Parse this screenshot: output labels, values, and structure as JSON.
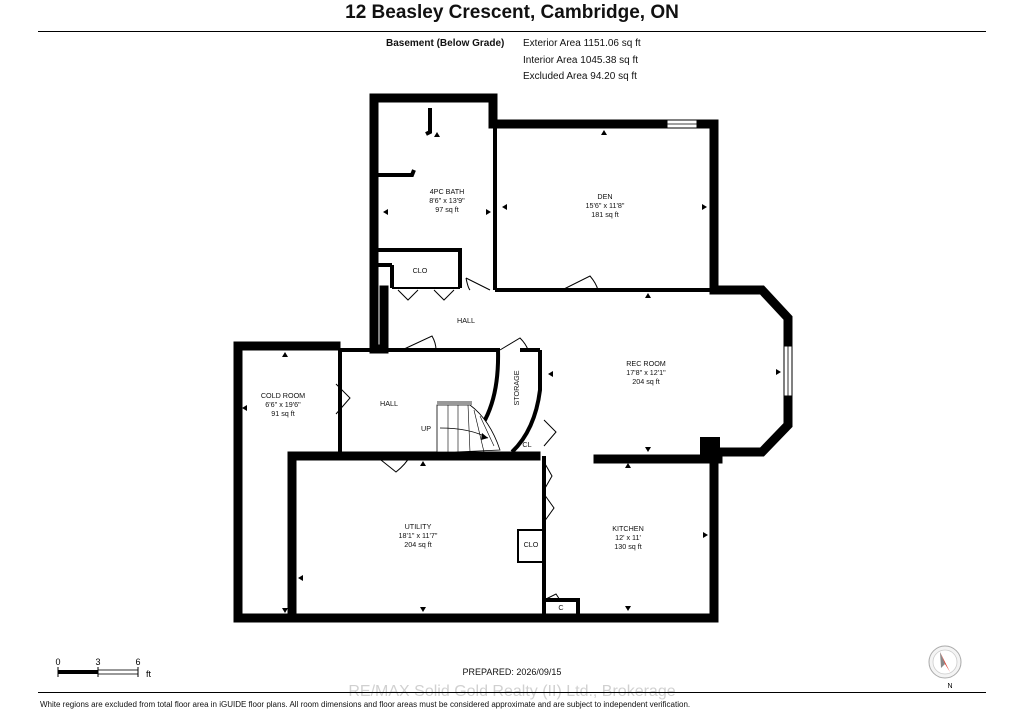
{
  "header": {
    "title": "12 Beasley Crescent, Cambridge, ON",
    "level_label": "Basement (Below Grade)",
    "exterior_area": "Exterior Area 1151.06 sq ft",
    "interior_area": "Interior Area 1045.38 sq ft",
    "excluded_area": "Excluded Area 94.20 sq ft"
  },
  "rooms": {
    "bath": {
      "name": "4PC BATH",
      "dims": "8'6\" x 13'9\"",
      "area": "97 sq ft"
    },
    "den": {
      "name": "DEN",
      "dims": "15'6\" x 11'8\"",
      "area": "181 sq ft"
    },
    "rec": {
      "name": "REC ROOM",
      "dims": "17'8\" x 12'1\"",
      "area": "204 sq ft"
    },
    "cold": {
      "name": "COLD ROOM",
      "dims": "6'6\" x 19'6\"",
      "area": "91 sq ft"
    },
    "utility": {
      "name": "UTILITY",
      "dims": "18'1\" x 11'7\"",
      "area": "204 sq ft"
    },
    "kitchen": {
      "name": "KITCHEN",
      "dims": "12' x 11'",
      "area": "130 sq ft"
    }
  },
  "labels": {
    "clo_top": "CLO",
    "hall_upper": "HALL",
    "hall_lower": "HALL",
    "storage": "STORAGE",
    "up": "UP",
    "cl": "CL",
    "clo_utility": "CLO",
    "c_small": "C"
  },
  "scale": {
    "t0": "0",
    "t3": "3",
    "t6": "6",
    "unit": "ft"
  },
  "compass": {
    "north": "N",
    "color": "#e03020"
  },
  "prepared": "PREPARED: 2026/09/15",
  "watermark": "RE/MAX Solid Gold Realty (II) Ltd., Brokerage",
  "footer": "White regions are excluded from total floor area in iGUIDE floor plans. All room dimensions and floor areas must be considered approximate and are subject to independent verification."
}
